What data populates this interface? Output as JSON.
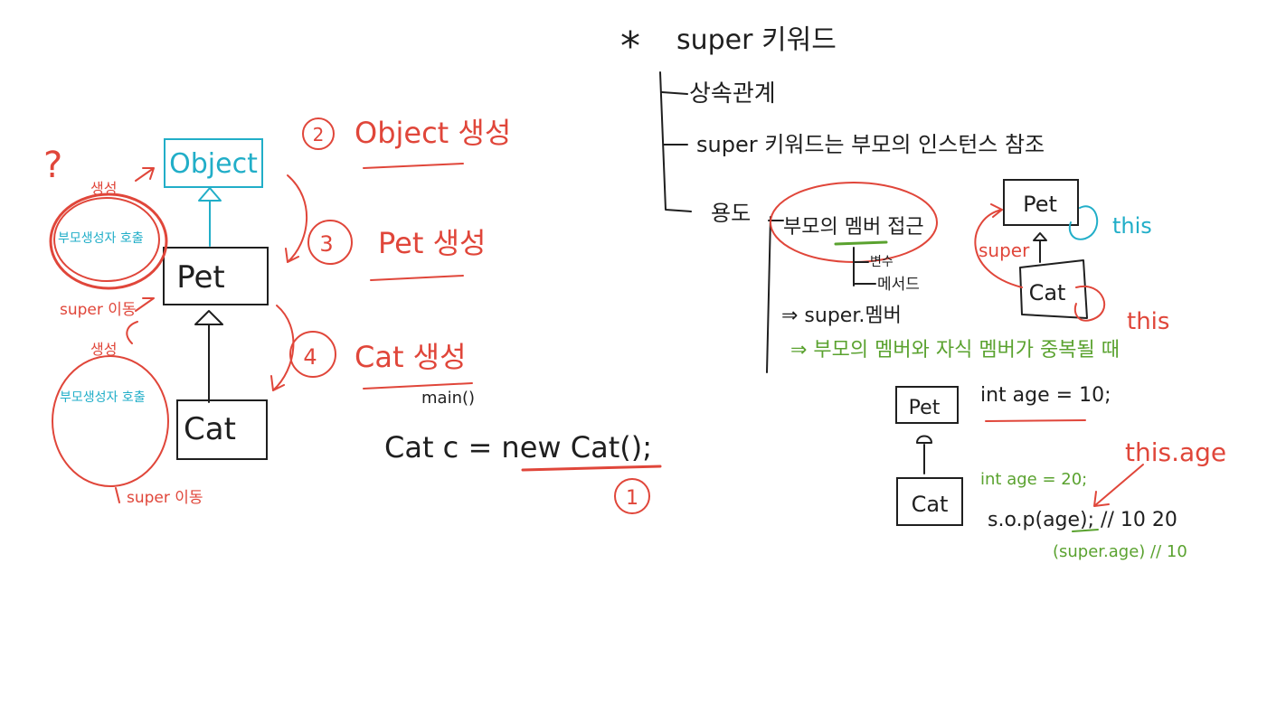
{
  "colors": {
    "black": "#1f1f1f",
    "red": "#e0463a",
    "teal": "#21aec8",
    "green": "#5aa22f"
  },
  "left": {
    "object_box": "Object",
    "pet_box": "Pet",
    "cat_box": "Cat",
    "step2": "2",
    "step2_text": "Object 생성",
    "step3": "3",
    "step3_text": "Pet 생성",
    "step4": "4",
    "step4_text": "Cat 생성",
    "question_mark": "?",
    "note_top_red": "생성",
    "note_top_teal": "부모생성자 호출",
    "super_move_1": "super 이동",
    "note_bottom_red": "생성",
    "note_bottom_teal": "부모생성자 호출",
    "super_move_2": "super 이동",
    "main_label": "main()",
    "code_line": "Cat c = new Cat();",
    "step1": "1"
  },
  "right": {
    "title_star": "*",
    "title": "super 키워드",
    "item1": "상속관계",
    "item2": "super 키워드는 부모의 인스턴스 참조",
    "item3": "용도",
    "use1": "부모의 멤버 접근",
    "use1_sub1": "변수",
    "use1_sub2": "메서드",
    "arrow_super_member": "⇒ super.멤버",
    "green_note": "⇒ 부모의 멤버와 자식 멤버가 중복될 때",
    "diagram_pet": "Pet",
    "diagram_cat": "Cat",
    "label_super": "super",
    "label_this_1": "this",
    "label_this_2": "this",
    "pet2": "Pet",
    "cat2": "Cat",
    "pet_field": "int age = 10;",
    "cat_field": "int age = 20;",
    "this_age": "this.age",
    "print_line": "s.o.p(age); // 10 20",
    "super_age": "(super.age) // 10"
  }
}
